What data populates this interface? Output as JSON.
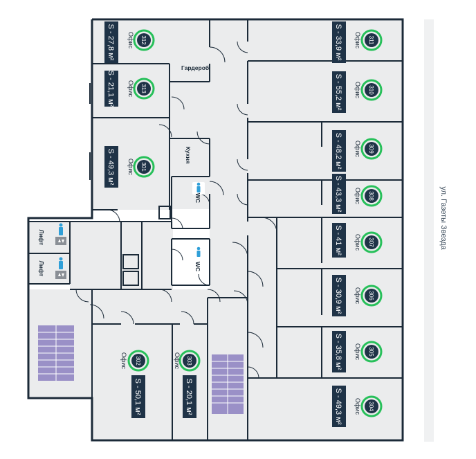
{
  "street": "ул. Газеты Звезда",
  "rooms": {
    "r312": {
      "number": "312",
      "type": "Офис",
      "area": "S - 27,8 м²"
    },
    "r313": {
      "number": "313",
      "type": "Офис",
      "area": "S - 21,1 м²"
    },
    "r301": {
      "number": "301",
      "type": "Офис",
      "area": "S - 49,3 м²"
    },
    "r311": {
      "number": "311",
      "type": "Офис",
      "area": "S - 33,9 м²"
    },
    "r310": {
      "number": "310",
      "type": "Офис",
      "area": "S - 55,2 м²"
    },
    "r309": {
      "number": "309",
      "type": "Офис",
      "area": "S - 48,2 м²"
    },
    "r308": {
      "number": "308",
      "type": "Офис",
      "area": "S - 43,3 м²"
    },
    "r307": {
      "number": "307",
      "type": "Офис",
      "area": "S - 41 м²"
    },
    "r306": {
      "number": "306",
      "type": "Офис",
      "area": "S - 30,9 м²"
    },
    "r305": {
      "number": "305",
      "type": "Офис",
      "area": "S - 35,8 м²"
    },
    "r304": {
      "number": "304",
      "type": "Офис",
      "area": "S - 49,3 м²"
    },
    "r302": {
      "number": "302",
      "type": "Офис",
      "area": "S - 50,1 м²"
    },
    "r303": {
      "number": "303",
      "type": "Офис",
      "area": "S - 20,1 м²"
    }
  },
  "labels": {
    "wardrobe": "Гардероб",
    "kitchen": "Кухня",
    "wc1": "WC",
    "wc2": "WC",
    "lift1": "Лифт",
    "lift2": "Лифт"
  },
  "colors": {
    "wall": "#1b2a38",
    "room_fill": "#ebeced",
    "label_bg": "#1f3347",
    "ring": "#27c05a",
    "stairs": "#9a90c7",
    "wc_icon": "#2f9fd8"
  },
  "icons": [
    "wc-person-icon",
    "elevator-arrows-icon",
    "person-icon"
  ]
}
